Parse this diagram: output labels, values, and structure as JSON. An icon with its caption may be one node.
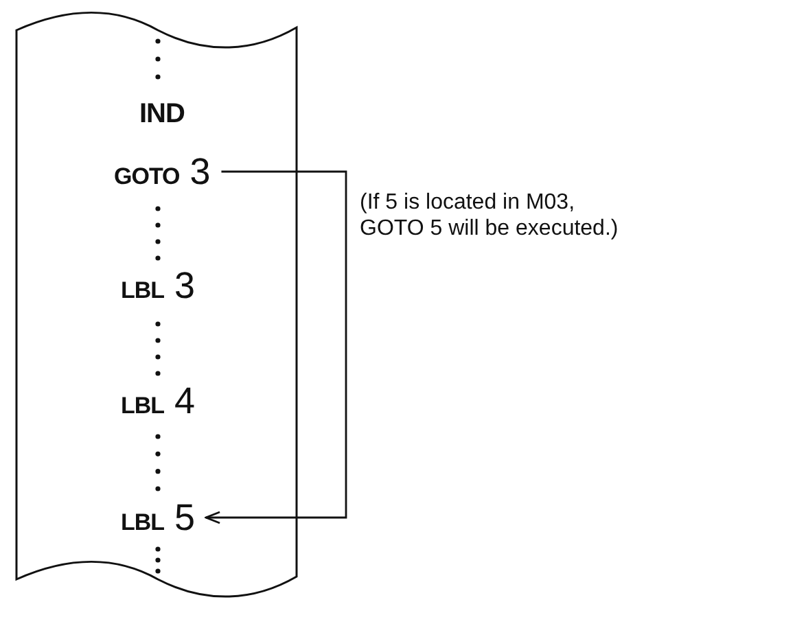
{
  "diagram": {
    "nodes": [
      {
        "text": [],
        "shape": "tape"
      },
      {
        "text": [
          "IND"
        ],
        "in": 0
      },
      {
        "text": [
          "GOTO 3"
        ],
        "in": 0
      },
      {
        "text": [
          "LBL 3"
        ],
        "in": 0
      },
      {
        "text": [
          "LBL 4"
        ],
        "in": 0
      },
      {
        "text": [
          "LBL 5"
        ],
        "in": 0
      }
    ],
    "edges": [
      {
        "from": 2,
        "to": 5,
        "arrow": "to"
      }
    ],
    "labels": [
      "(If 5 is located in M03, GOTO 5 will be executed.)"
    ]
  }
}
